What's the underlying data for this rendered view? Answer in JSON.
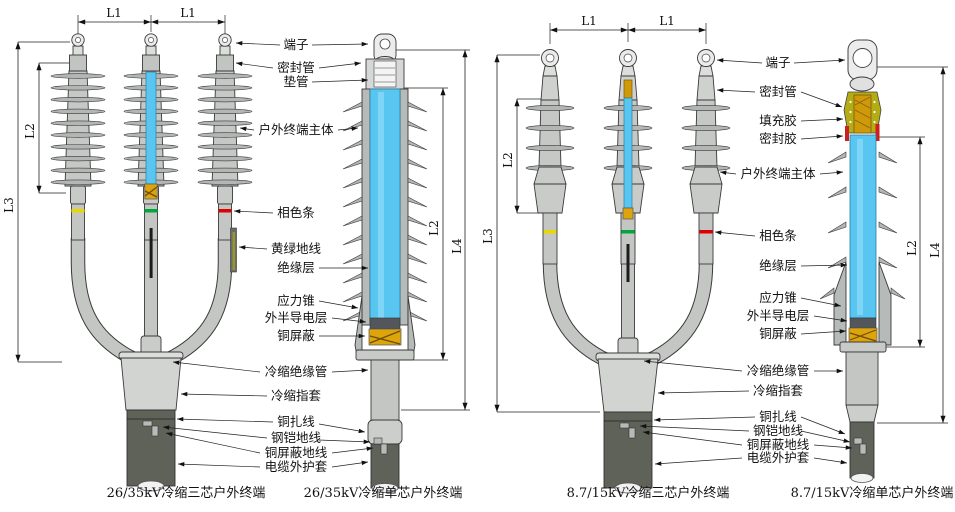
{
  "left_labels": [
    "端子",
    "密封管",
    "垫管",
    "户外终端主体",
    "相色条",
    "黄绿地线",
    "绝缘层",
    "应力锥",
    "外半导电层",
    "铜屏蔽",
    "冷缩绝缘管",
    "冷缩指套",
    "铜扎线",
    "钢铠地线",
    "铜屏蔽地线",
    "电缆外护套"
  ],
  "right_labels": [
    "端子",
    "密封管",
    "填充胶",
    "密封胶",
    "户外终端主体",
    "相色条",
    "绝缘层",
    "应力锥",
    "外半导电层",
    "铜屏蔽",
    "冷缩绝缘管",
    "冷缩指套",
    "铜扎线",
    "钢铠地线",
    "铜屏蔽地线",
    "电缆外护套"
  ],
  "captions": [
    "26/35kV冷缩三芯户外终端",
    "26/35kV冷缩单芯户外终端",
    "8.7/15kV冷缩三芯户外终端",
    "8.7/15kV冷缩单芯户外终端"
  ],
  "dims": {
    "l1": "L1",
    "l2": "L2",
    "l3": "L3",
    "l4": "L4"
  },
  "colors": {
    "insulation_blue": "#58c6f0",
    "copper_gold": "#dda40c",
    "body_gray": "#c6c8c6",
    "shed_gray": "#b2b6b4",
    "cone_gray": "#d2d4d2",
    "cable_dark": "#5f6259",
    "phase_yellow": "#e8d800",
    "phase_green": "#00a83c",
    "phase_red": "#dd0000",
    "filler_olive": "#b4ac14",
    "seal_red": "#cc1f1f",
    "semicon_dark": "#53575b",
    "line_black": "#1a1a1a"
  }
}
